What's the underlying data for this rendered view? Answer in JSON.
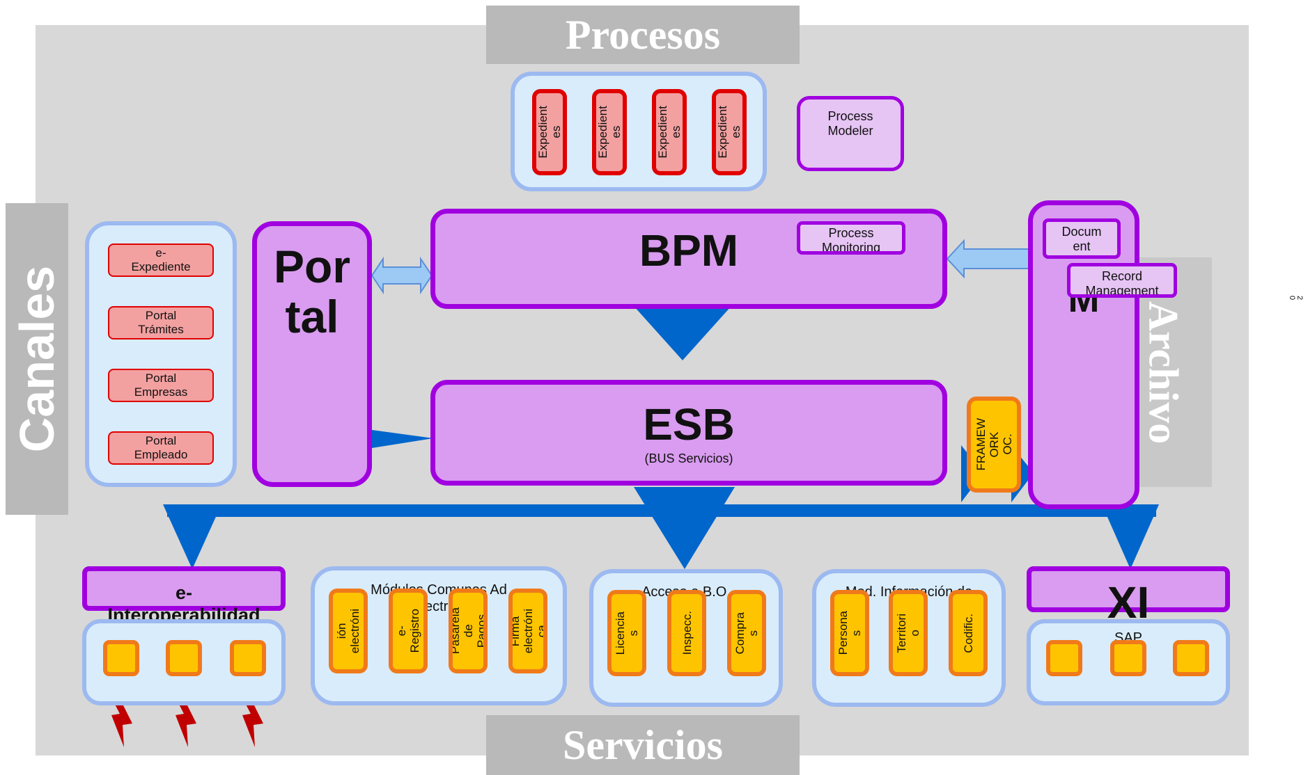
{
  "banners": {
    "procesos": "Procesos",
    "servicios": "Servicios",
    "canales": "Canales",
    "archivo": "Archivo"
  },
  "procesos": {
    "expedientes": [
      "Expedient\nes",
      "Expedient\nes",
      "Expedient\nes",
      "Expedient\nes"
    ],
    "process_modeler": "Process\nModeler"
  },
  "canales": {
    "items": [
      "e-\nExpediente\nContratacion\nes",
      "Portal\nTrámites",
      "Portal\nEmpresas",
      "Portal\nEmpleado"
    ]
  },
  "portal": {
    "label": "Por\ntal"
  },
  "bpm": {
    "label": "BPM",
    "process_monitoring": "Process\nMonitoring"
  },
  "esb": {
    "label": "ESB",
    "sublabel": "(BUS Servicios)"
  },
  "framework": {
    "label": "FRAMEW\nORK\nOC."
  },
  "archivo": {
    "big_letter": "M",
    "document_routing": "Docum\nent\nRoutin",
    "record_management": "Record\nManagement"
  },
  "side_marker": "2\n0",
  "servicios": {
    "interoperabilidad": {
      "title": "e-\nInteroperabilidad"
    },
    "modulos": {
      "title": "Módulos Comunes Ad\nelectrón",
      "items": [
        "Notificac\nión\nelectróni\nca",
        "e-\nRegistro",
        "Pasarela\nde\nPagos",
        "Firma\nelectróni\nca"
      ]
    },
    "acceso": {
      "title": "Acceso a B.O.",
      "items": [
        "Licencia\ns",
        "Inspecc.",
        "Compra\ns"
      ]
    },
    "informacion": {
      "title": "Mod. Información de",
      "items": [
        "Persona\ns",
        "Territori\no",
        "Codific."
      ]
    },
    "xi": {
      "title": "XI",
      "subtitle": "SAP"
    }
  },
  "colors": {
    "purple_border": "#a000e0",
    "purple_fill": "#d99cf0",
    "panel_blue": "#d9ecfb",
    "arrow_blue": "#0066cc",
    "bolt_red": "#c00000",
    "orange": "#f07a1a",
    "yellow": "#ffc400"
  }
}
